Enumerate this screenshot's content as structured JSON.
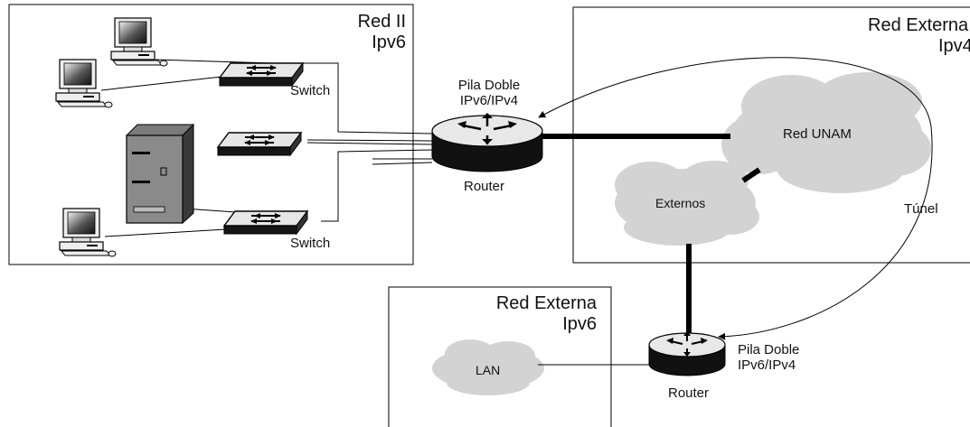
{
  "boxes": {
    "red_ii": {
      "name": "Red II",
      "protocol": "Ipv6"
    },
    "red_externa_top": {
      "name": "Red Externa",
      "protocol": "Ipv4"
    },
    "red_externa_bottom": {
      "name": "Red Externa",
      "protocol": "Ipv6"
    }
  },
  "devices": {
    "switch_top": "Switch",
    "switch_bottom": "Switch",
    "router_main": {
      "label": "Router",
      "stack_line1": "Pila Doble",
      "stack_line2": "IPv6/IPv4"
    },
    "router_lower": {
      "label": "Router",
      "stack_line1": "Pila Doble",
      "stack_line2": "IPv6/IPv4"
    }
  },
  "clouds": {
    "unam": "Red UNAM",
    "externos": "Externos",
    "lan": "LAN"
  },
  "tunnel_label": "Túnel",
  "colors": {
    "cloud": "#d3d3d3",
    "device": "#1a1a1a",
    "line": "#000000"
  }
}
